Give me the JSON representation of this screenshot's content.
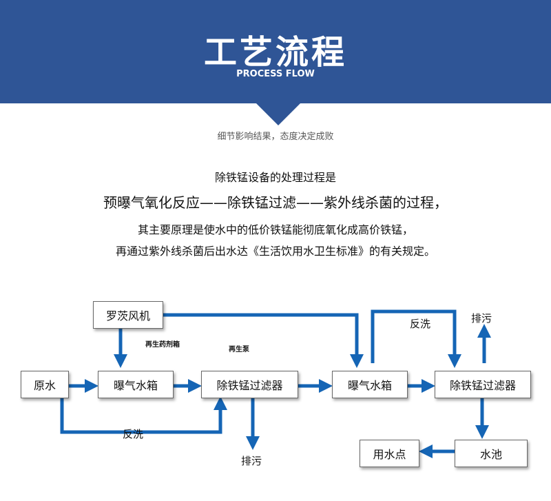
{
  "header": {
    "title": "工艺流程",
    "subtitle": "PROCESS FLOW",
    "slogan": "细节影响结果，态度决定成败"
  },
  "intro": {
    "line1": "除铁锰设备的处理过程是",
    "line2": "预曝气氧化反应——除铁锰过滤——紫外线杀菌的过程，",
    "line3": "其主要原理是使水中的低价铁锰能彻底氧化成高价铁锰，",
    "line4": "再通过紫外线杀菌后出水达《生活饮用水卫生标准》的有关规定。"
  },
  "diagram": {
    "nodes": {
      "blower": "罗茨风机",
      "raw_water": "原水",
      "aeration_tank_1": "曝气水箱",
      "filter_1": "除铁锰过滤器",
      "aeration_tank_2": "曝气水箱",
      "filter_2": "除铁锰过滤器",
      "water_pool": "水池",
      "use_point": "用水点"
    },
    "labels": {
      "regen_tank": "再生药剂箱",
      "regen_pump": "再生泵",
      "backwash_1": "反洗",
      "discharge_1": "排污",
      "backwash_2": "反洗",
      "discharge_2": "排污"
    },
    "colors": {
      "arrow": "#1565b5",
      "banner": "#2f5596"
    }
  }
}
